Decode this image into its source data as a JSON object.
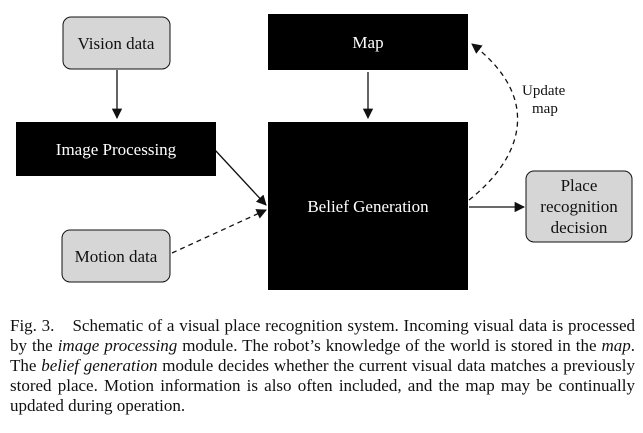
{
  "diagram": {
    "nodes": {
      "vision": "Vision data",
      "image_processing": "Image Processing",
      "motion": "Motion data",
      "map": "Map",
      "belief": "Belief Generation",
      "decision_line1": "Place",
      "decision_line2": "recognition",
      "decision_line3": "decision"
    },
    "edges": {
      "update_line1": "Update",
      "update_line2": "map"
    },
    "colors": {
      "dark_box": "#000000",
      "light_box": "#d6d6d6",
      "dark_text": "#ffffff",
      "light_text": "#111111"
    }
  },
  "caption": {
    "fig_num": "Fig. 3.",
    "t1": "Schematic of a visual place recognition system. Incoming visual data is processed by the ",
    "e1": "image processing",
    "t2": " module. The robot’s knowledge of the world is stored in the ",
    "e2": "map",
    "t3": ". The ",
    "e3": "belief generation",
    "t4": " module decides whether the current visual data matches a previously stored place. Motion information is also often included, and the map may be continually updated during operation."
  }
}
